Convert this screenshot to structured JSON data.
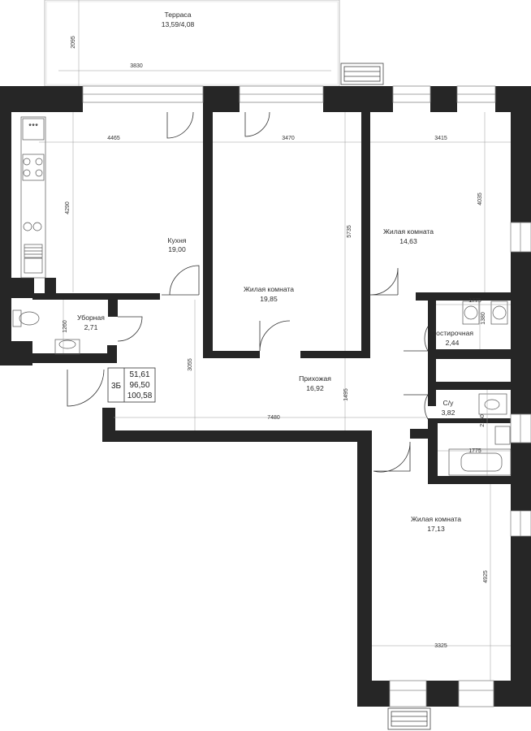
{
  "terrace": {
    "name": "Терраса",
    "area": "13,59/4,08"
  },
  "rooms": [
    {
      "name": "Кухня",
      "area": "19,00"
    },
    {
      "name": "Жилая комната",
      "area": "19,85"
    },
    {
      "name": "Жилая комната",
      "area": "14,63"
    },
    {
      "name": "Уборная",
      "area": "2,71"
    },
    {
      "name": "Постирочная",
      "area": "2,44"
    },
    {
      "name": "Прихожая",
      "area": "16,92"
    },
    {
      "name": "С/у",
      "area": "3,82"
    },
    {
      "name": "Жилая комната",
      "area": "17,13"
    }
  ],
  "apartment": {
    "type": "3Б",
    "area_living": "51,61",
    "area_total": "96,50",
    "area_with_terrace": "100,58"
  },
  "dimensions": {
    "terrace_depth": "2095",
    "terrace_width": "3830",
    "kitchen_width": "4465",
    "kitchen_depth": "4290",
    "room2_width": "3470",
    "room2_depth": "5735",
    "room3_width": "3415",
    "room3_depth": "4035",
    "laundry_width": "1775",
    "laundry_depth": "1380",
    "wc_depth": "1260",
    "hall_depth": "3055",
    "hall_depth2": "1495",
    "hall_width": "7480",
    "bath_depth": "2160",
    "bath_width": "1775",
    "room4_depth": "4925",
    "room4_width": "3325"
  }
}
